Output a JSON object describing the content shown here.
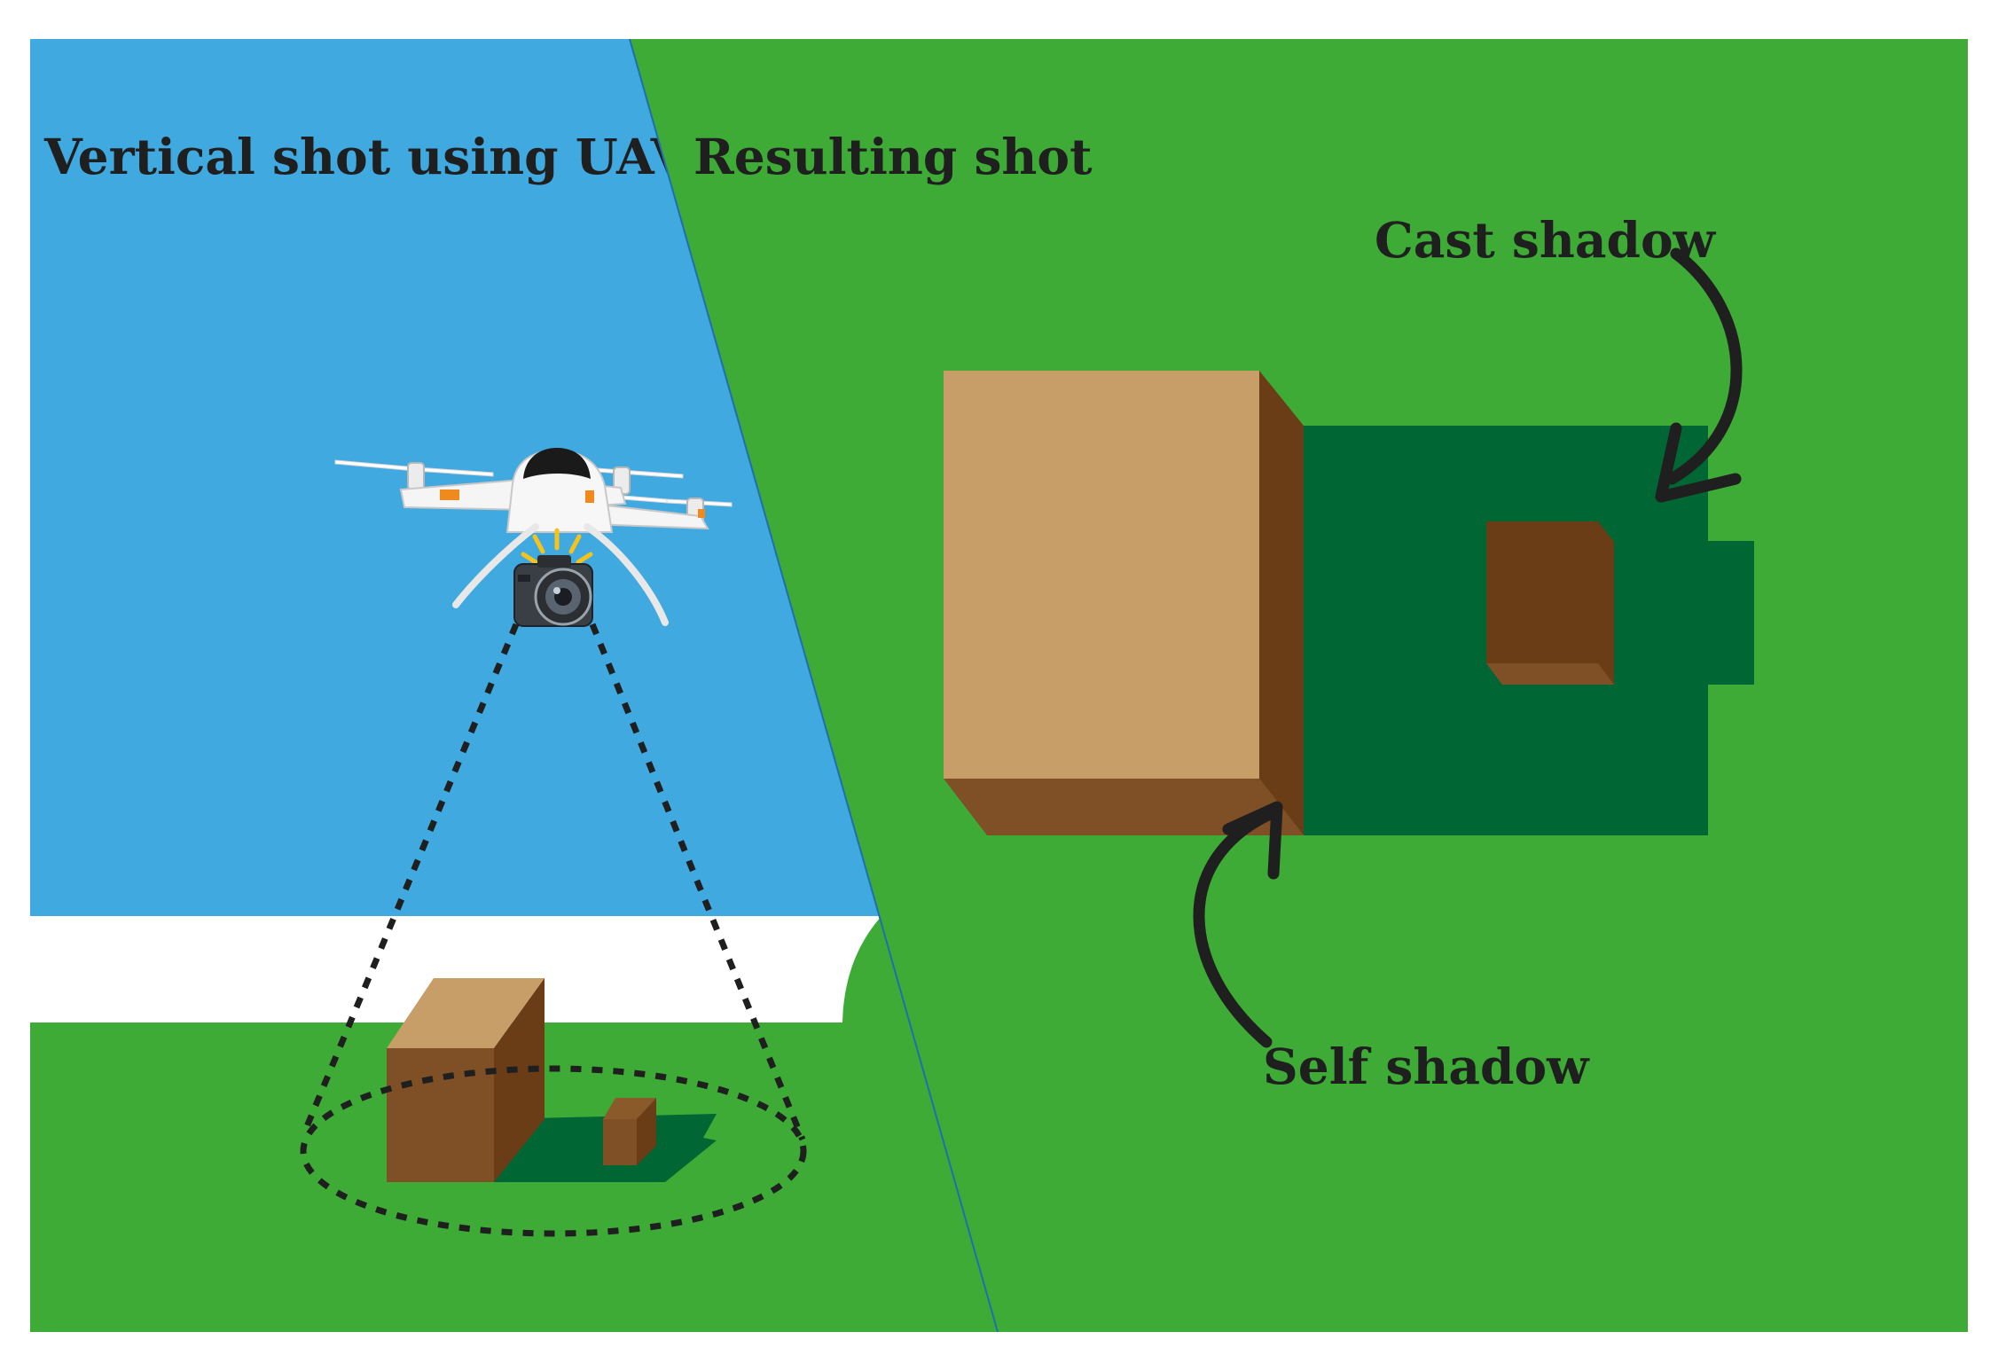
{
  "left_panel": {
    "title": "Vertical shot using UAV",
    "drone_icon": "drone-icon",
    "camera_icon": "camera-icon"
  },
  "right_panel": {
    "title": "Resulting shot",
    "annotations": {
      "cast_shadow": "Cast shadow",
      "self_shadow": "Self shadow"
    }
  },
  "colors": {
    "sky": "#3fa9e0",
    "grass": "#3dab35",
    "shadow": "#006633",
    "box_top": "#c89e68",
    "box_side_dark": "#6b3d16",
    "box_side_mid": "#7f5026",
    "arrow": "#1f1f1f"
  }
}
